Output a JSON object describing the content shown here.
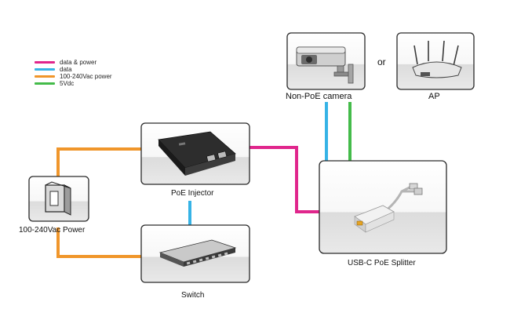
{
  "legend": [
    {
      "label": "data & power",
      "color": "#e0268c"
    },
    {
      "label": "data",
      "color": "#36b3e6"
    },
    {
      "label": "100-240Vac power",
      "color": "#f0962b"
    },
    {
      "label": "5Vdc",
      "color": "#44bb4a"
    }
  ],
  "nodes": {
    "camera": {
      "label": "Non-PoE camera"
    },
    "ap": {
      "label": "AP"
    },
    "injector": {
      "label": "PoE Injector"
    },
    "power": {
      "label": "100-240Vac Power"
    },
    "switch": {
      "label": "Switch"
    },
    "splitter": {
      "label": "USB-C PoE Splitter"
    }
  },
  "or_text": "or",
  "colors": {
    "data_power": "#e0268c",
    "data": "#36b3e6",
    "ac_power": "#f0962b",
    "dc_5v": "#44bb4a"
  }
}
